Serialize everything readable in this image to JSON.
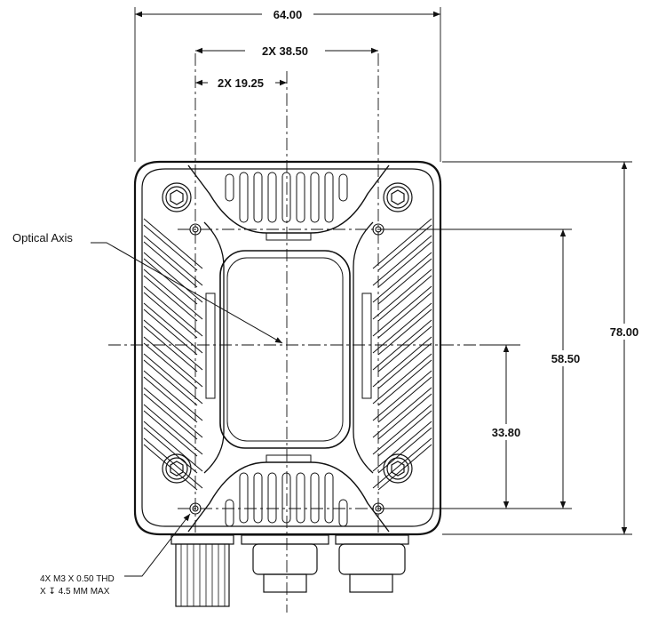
{
  "drawing": {
    "dimensions": {
      "overall_width": "64.00",
      "hole_spacing_x": "2X 38.50",
      "half_spacing_x": "2X 19.25",
      "overall_height": "78.00",
      "hole_spacing_y": "58.50",
      "axis_height": "33.80"
    },
    "labels": {
      "optical_axis": "Optical Axis",
      "thread_note_line1": "4X M3 X 0.50 THD",
      "thread_note_line2": "X ↧ 4.5 MM MAX"
    }
  }
}
